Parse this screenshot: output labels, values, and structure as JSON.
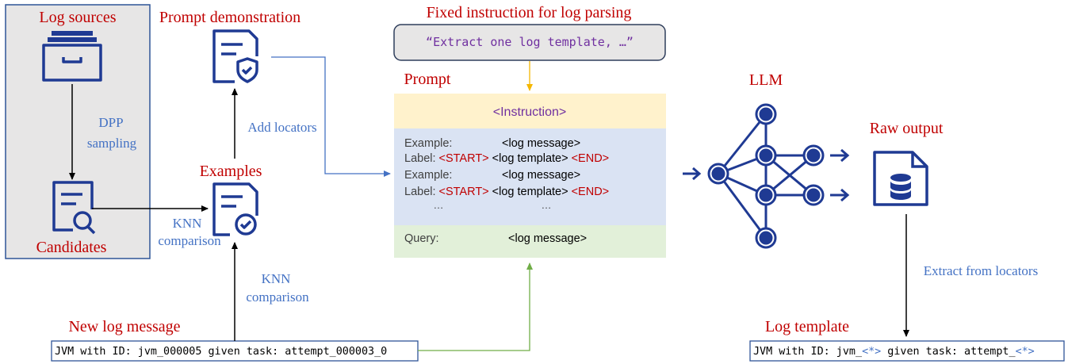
{
  "colors": {
    "title_red": "#c00000",
    "label_blue": "#4472c4",
    "icon_navy": "#1f3a93",
    "instruction_purple": "#7030a0",
    "instruction_bg": "#fff2cc",
    "examples_bg": "#dae3f3",
    "query_bg": "#e2f0d9",
    "arrow_gold": "#f5b700",
    "arrow_green": "#70ad47",
    "source_panel_bg": "#e7e6e6"
  },
  "labels": {
    "log_sources": "Log sources",
    "dpp": "DPP",
    "sampling": "sampling",
    "candidates": "Candidates",
    "prompt_demonstration": "Prompt demonstration",
    "add_locators": "Add locators",
    "examples": "Examples",
    "knn_a": "KNN",
    "comparison_a": "comparison",
    "knn_b": "KNN",
    "comparison_b": "comparison",
    "fixed_instruction_title": "Fixed instruction for log parsing",
    "instruction_text": "“Extract one log template, …”",
    "prompt": "Prompt",
    "llm": "LLM",
    "raw_output": "Raw output",
    "extract_from_locators": "Extract from locators",
    "new_log_message": "New log message",
    "log_template": "Log template"
  },
  "prompt_box": {
    "instruction": "<Instruction>",
    "example_label": "Example:",
    "log_message": "<log message>",
    "label_label": "Label:",
    "start": "<START>",
    "log_template": "<log template>",
    "end": "<END>",
    "ellipsis": "…",
    "query_label": "Query:"
  },
  "new_log": {
    "text": "JVM with ID: jvm_000005 given task: attempt_000003_0"
  },
  "template_output": {
    "p1": "JVM with ID: jvm_",
    "w1": "<*>",
    "p2": " given task: attempt_",
    "w2": "<*>"
  },
  "icons": {
    "folder": "file-cabinet-icon",
    "search_doc": "document-search-icon",
    "shield_doc": "document-shield-icon",
    "check_doc": "document-check-icon",
    "llm_graph": "neural-network-icon",
    "database_doc": "document-database-icon"
  }
}
